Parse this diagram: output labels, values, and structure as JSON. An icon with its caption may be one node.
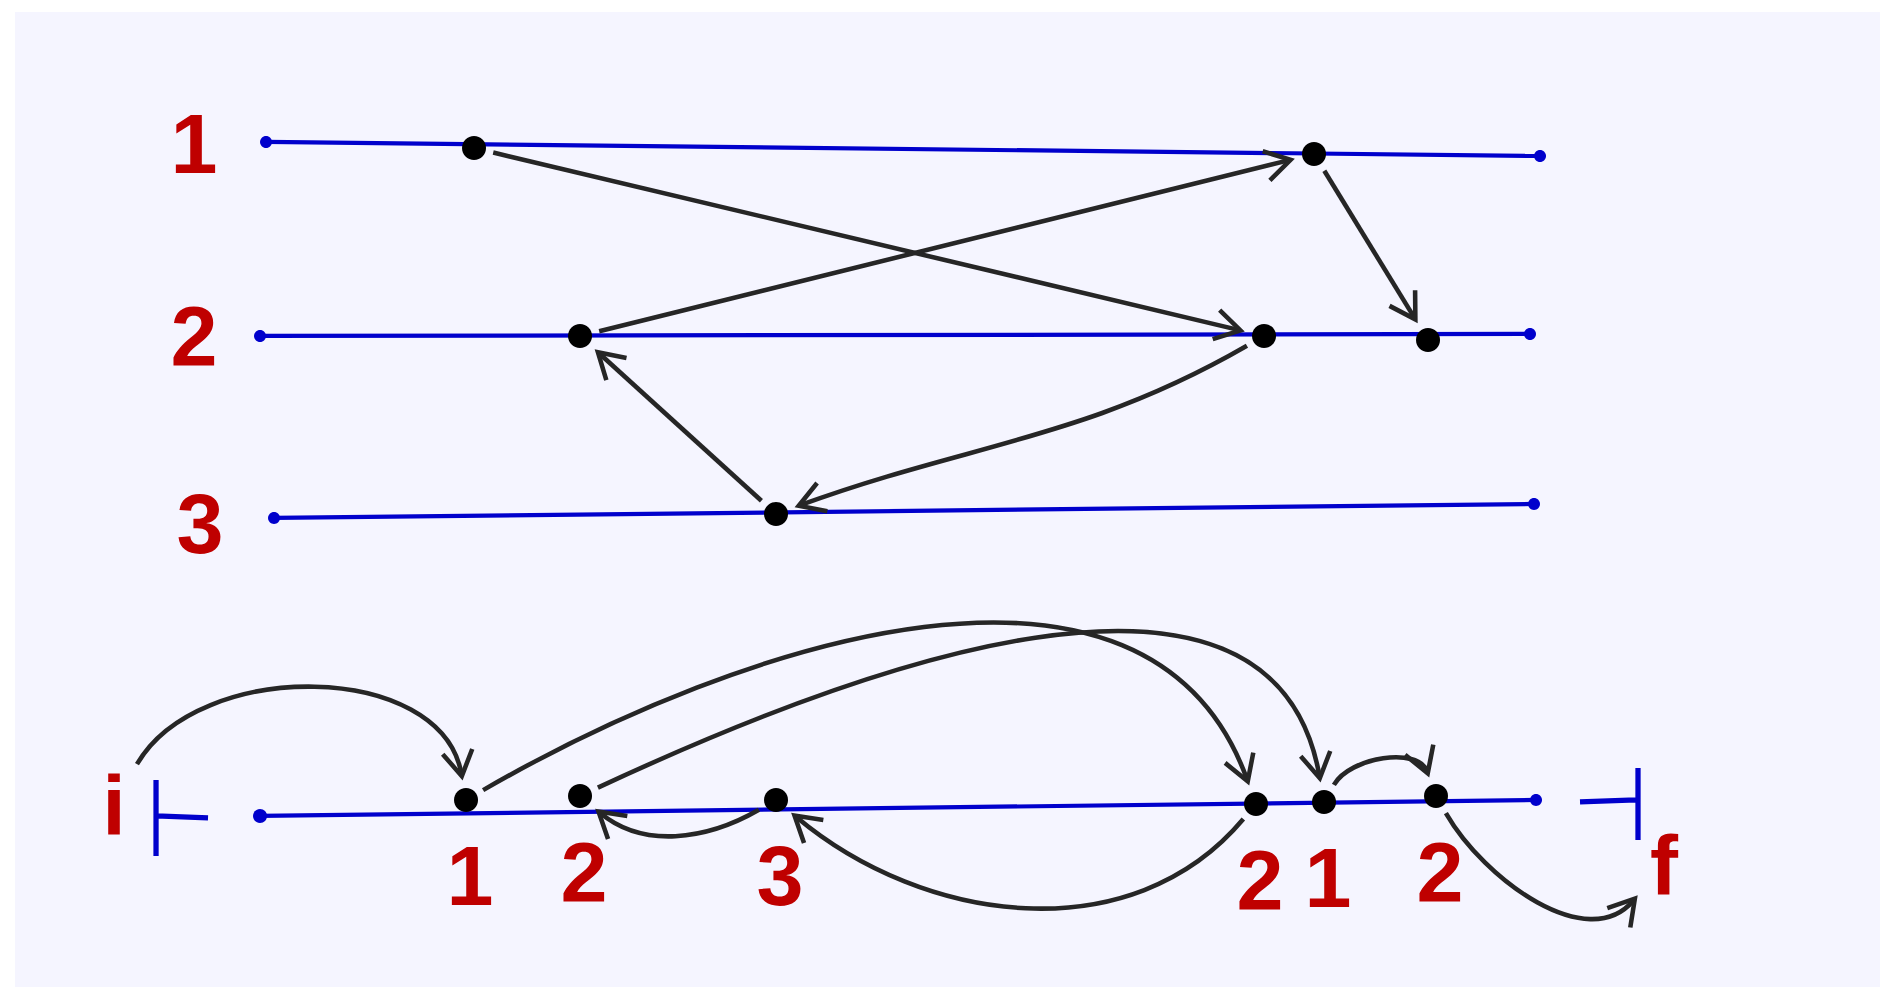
{
  "diagram": {
    "nodes": [
      {
        "text": [],
        "shape": "circle"
      },
      {
        "text": [],
        "shape": "circle"
      },
      {
        "text": [],
        "shape": "circle"
      },
      {
        "text": [],
        "shape": "circle"
      },
      {
        "text": [],
        "shape": "circle"
      },
      {
        "text": [],
        "shape": "circle"
      },
      {
        "text": [
          "i"
        ]
      },
      {
        "text": [],
        "shape": "circle",
        "beside": [
          "1"
        ]
      },
      {
        "text": [],
        "shape": "circle",
        "beside": [
          "2"
        ]
      },
      {
        "text": [],
        "shape": "circle",
        "beside": [
          "3"
        ]
      },
      {
        "text": [],
        "shape": "circle",
        "beside": [
          "2"
        ]
      },
      {
        "text": [],
        "shape": "circle",
        "beside": [
          "1"
        ]
      },
      {
        "text": [],
        "shape": "circle",
        "beside": [
          "2"
        ]
      },
      {
        "text": [
          "f"
        ]
      }
    ],
    "edges": [
      {
        "from": 0,
        "to": 3,
        "arrow": "to"
      },
      {
        "from": 2,
        "to": 1,
        "arrow": "to"
      },
      {
        "from": 1,
        "to": 4,
        "arrow": "to"
      },
      {
        "from": 3,
        "to": 5,
        "arrow": "to"
      },
      {
        "from": 5,
        "to": 2,
        "arrow": "to"
      },
      {
        "from": 6,
        "to": 7,
        "arrow": "to"
      },
      {
        "from": 7,
        "to": 10,
        "arrow": "to"
      },
      {
        "from": 8,
        "to": 11,
        "arrow": "to"
      },
      {
        "from": 11,
        "to": 12,
        "arrow": "to"
      },
      {
        "from": 10,
        "to": 9,
        "arrow": "to"
      },
      {
        "from": 9,
        "to": 8,
        "arrow": "to"
      },
      {
        "from": 12,
        "to": 13,
        "arrow": "to"
      }
    ],
    "labels": [
      "1",
      "2",
      "3"
    ]
  }
}
